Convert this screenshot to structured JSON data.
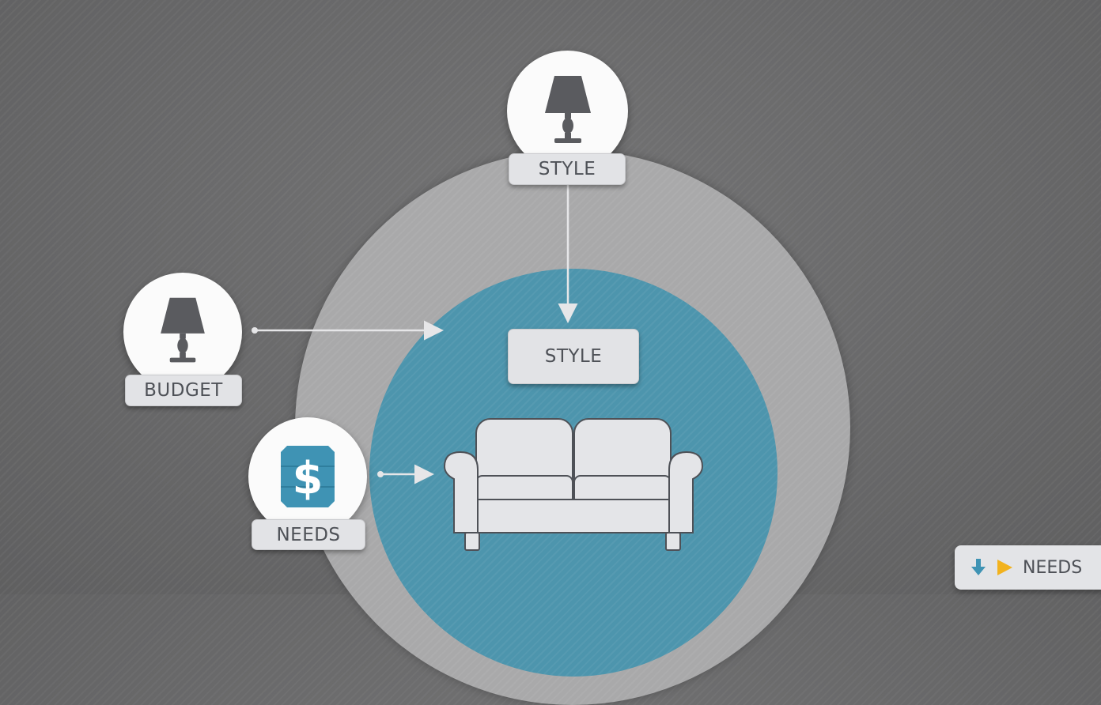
{
  "diagram": {
    "top_node": {
      "label": "STYLE",
      "icon": "lamp-icon"
    },
    "left_node_upper": {
      "label": "BUDGET",
      "icon": "lamp-icon"
    },
    "left_node_lower": {
      "label": "NEEDS",
      "icon": "dollar-sign-icon"
    },
    "center_label": "STYLE",
    "center_icon": "sofa-icon"
  },
  "legend": {
    "label": "NEEDS",
    "icons": [
      "down-arrow-icon",
      "play-triangle-icon"
    ]
  },
  "colors": {
    "background": "#6a6a6b",
    "outer_ring": "#a9a9aa",
    "inner_circle": "#4d95ad",
    "accent_yellow": "#f2b21e",
    "accent_blue": "#3f93b4"
  }
}
